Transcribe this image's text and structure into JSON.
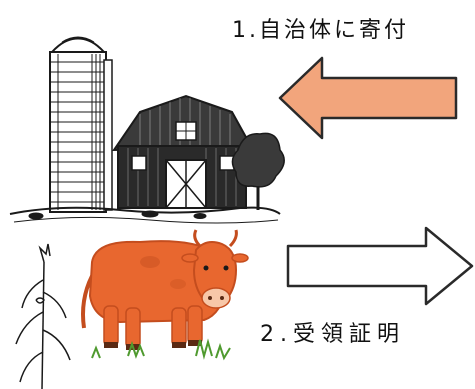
{
  "steps": [
    {
      "label": "1.自治体に寄付",
      "arrow_direction": "left",
      "arrow_color": "#f2a57c"
    },
    {
      "label": "2.受領証明",
      "arrow_direction": "right",
      "arrow_color": "#ffffff"
    }
  ],
  "illustrations": {
    "barn": "barn-with-silo-illustration",
    "cow": "cow-grazing-illustration",
    "corn": "corn-stalk-illustration"
  },
  "colors": {
    "cow_body": "#e8672f",
    "cow_dark": "#c44d1e",
    "ink": "#1a1a1a",
    "arrow_outline": "#2a2a2a"
  }
}
